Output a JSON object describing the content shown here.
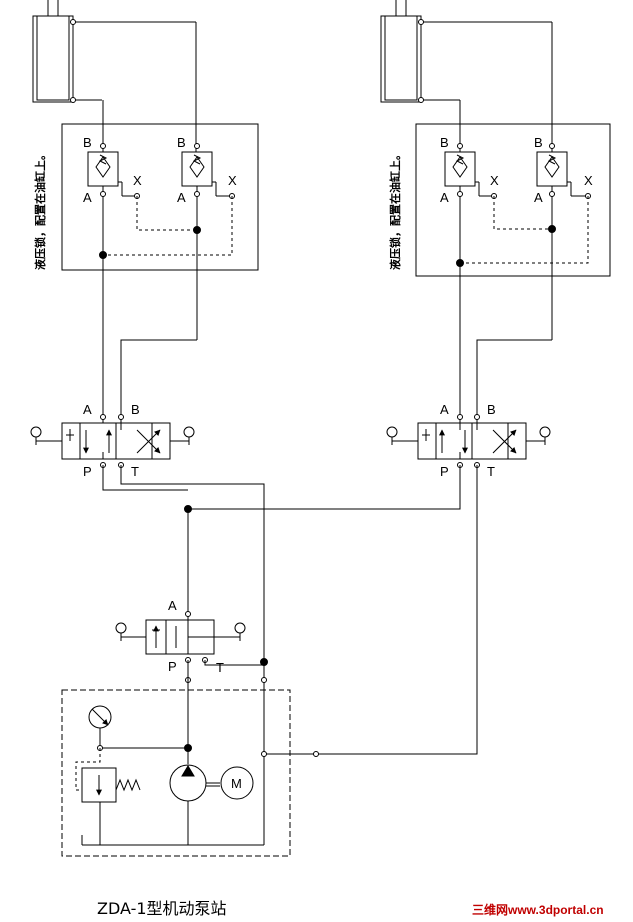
{
  "diagram": {
    "caption": "ZDA-1型机动泵站",
    "watermark": "三维网www.3dportal.cn",
    "lock_note": "液压锁，配置在油缸上。",
    "ports": {
      "a": "A",
      "b": "B",
      "p": "P",
      "t": "T",
      "x": "X"
    },
    "motor_symbol": "M"
  }
}
